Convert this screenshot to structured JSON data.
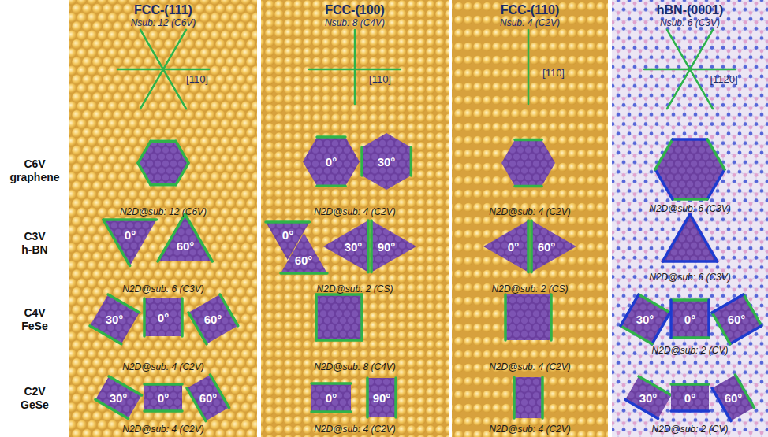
{
  "diagram": {
    "nodes": [
      {
        "text": [
          "FCC-(111)",
          "Nsub: 12 (C6V)"
        ]
      },
      {
        "text": [
          "0°"
        ],
        "in": 0
      },
      {
        "text": [
          "60°"
        ],
        "in": 0
      },
      {
        "text": [
          "30°"
        ],
        "in": 0
      },
      {
        "text": [
          "0°"
        ],
        "in": 0
      },
      {
        "text": [
          "60°"
        ],
        "in": 0
      },
      {
        "text": [
          "30°"
        ],
        "in": 0
      },
      {
        "text": [
          "0°"
        ],
        "in": 0
      },
      {
        "text": [
          "60°"
        ],
        "in": 0
      },
      {
        "text": [
          "FCC-(100)",
          "Nsub: 8 (C4V)"
        ]
      },
      {
        "text": [
          "0°"
        ],
        "in": 9
      },
      {
        "text": [
          "30°"
        ],
        "in": 9
      },
      {
        "text": [
          "0°"
        ],
        "in": 9
      },
      {
        "text": [
          "60°"
        ],
        "in": 9
      },
      {
        "text": [
          "30°"
        ],
        "in": 9
      },
      {
        "text": [
          "90°"
        ],
        "in": 9
      },
      {
        "text": [
          "0°"
        ],
        "in": 9
      },
      {
        "text": [
          "90°"
        ],
        "in": 9
      },
      {
        "text": [
          "FCC-(110)",
          "Nsub: 4 (C2V)"
        ]
      },
      {
        "text": [
          "0°"
        ],
        "in": 18
      },
      {
        "text": [
          "60°"
        ],
        "in": 18
      },
      {
        "text": [
          "hBN-(0001)",
          "Nsub: 6 (C3V)"
        ]
      },
      {
        "text": [
          "30°"
        ],
        "in": 21
      },
      {
        "text": [
          "0°"
        ],
        "in": 21
      },
      {
        "text": [
          "60°"
        ],
        "in": 21
      },
      {
        "text": [
          "30°"
        ],
        "in": 21
      },
      {
        "text": [
          "0°"
        ],
        "in": 21
      },
      {
        "text": [
          "60°"
        ],
        "in": 21
      }
    ],
    "labels": [
      "C6V",
      "graphene",
      "C3V",
      "h-BN",
      "C4V",
      "FeSe",
      "C2V",
      "GeSe",
      "[110]",
      "[110]",
      "[110]",
      "[112̄0]",
      "N2D@sub: 12 (C6V)",
      "N2D@sub: 6 (C3V)",
      "N2D@sub: 4 (C2V)",
      "N2D@sub: 4 (C2V)",
      "N2D@sub: 4 (C2V)",
      "N2D@sub: 2 (CS)",
      "N2D@sub: 8 (C4V)",
      "N2D@sub: 4 (C2V)",
      "N2D@sub: 4 (C2V)",
      "N2D@sub: 2 (CS)",
      "N2D@sub: 4 (C2V)",
      "N2D@sub: 4 (C2V)",
      "N2D@sub: 6 (C3V)",
      "N2D@sub: 6 (C3V)",
      "N2D@sub: 2 (CV)",
      "N2D@sub: 2 (CV)"
    ]
  }
}
